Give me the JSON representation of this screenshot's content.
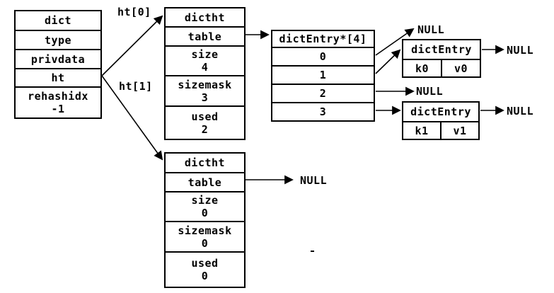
{
  "dict_box": {
    "rows": [
      {
        "label": "dict"
      },
      {
        "label": "type"
      },
      {
        "label": "privdata"
      },
      {
        "label": "ht"
      },
      {
        "label": "rehashidx",
        "value": "-1"
      }
    ]
  },
  "pointer_labels": {
    "ht0": "ht[0]",
    "ht1": "ht[1]"
  },
  "ht0_box": {
    "rows": [
      {
        "label": "dictht"
      },
      {
        "label": "table"
      },
      {
        "label": "size",
        "value": "4"
      },
      {
        "label": "sizemask",
        "value": "3"
      },
      {
        "label": "used",
        "value": "2"
      }
    ]
  },
  "ht1_box": {
    "rows": [
      {
        "label": "dictht"
      },
      {
        "label": "table"
      },
      {
        "label": "size",
        "value": "0"
      },
      {
        "label": "sizemask",
        "value": "0"
      },
      {
        "label": "used",
        "value": "0"
      }
    ]
  },
  "entry_array": {
    "header": "dictEntry*[4]",
    "slots": [
      "0",
      "1",
      "2",
      "3"
    ]
  },
  "entry0": {
    "header": "dictEntry",
    "key": "k0",
    "val": "v0"
  },
  "entry1": {
    "header": "dictEntry",
    "key": "k1",
    "val": "v1"
  },
  "nulls": {
    "slot0": "NULL",
    "entry0_next": "NULL",
    "slot2": "NULL",
    "entry1_next": "NULL",
    "ht1_table": "NULL"
  }
}
